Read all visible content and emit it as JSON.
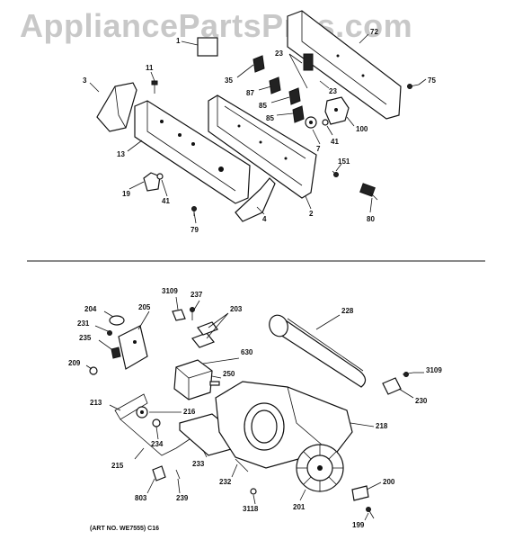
{
  "watermark": "AppliancePartsPros.com",
  "footer": "(ART NO. WE7555) C16",
  "callouts_top": [
    "1",
    "3",
    "11",
    "13",
    "19",
    "41",
    "79",
    "2",
    "4",
    "72",
    "23",
    "35",
    "87",
    "85",
    "85",
    "23",
    "41",
    "7",
    "100",
    "75",
    "151",
    "80"
  ],
  "callouts_bottom": [
    "3109",
    "237",
    "205",
    "203",
    "204",
    "231",
    "235",
    "209",
    "630",
    "250",
    "228",
    "213",
    "216",
    "234",
    "215",
    "233",
    "3109",
    "230",
    "218",
    "232",
    "803",
    "239",
    "3118",
    "201",
    "200",
    "199"
  ]
}
